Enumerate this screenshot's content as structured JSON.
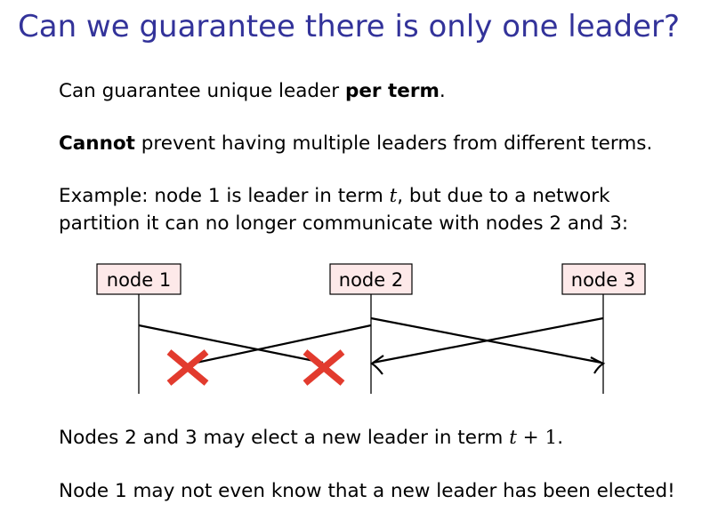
{
  "title": "Can we guarantee there is only one leader?",
  "paragraphs": {
    "p1": {
      "before": "Can guarantee unique leader ",
      "bold": "per term",
      "after": "."
    },
    "p2": {
      "bold": "Cannot",
      "after": " prevent having multiple leaders from different terms."
    },
    "p3": {
      "line1_before": "Example:  node 1 is leader in term ",
      "line1_var": "t",
      "line1_after": ", but due to a network",
      "line2": "partition it can no longer communicate with nodes 2 and 3:"
    },
    "p4": {
      "before": "Nodes 2 and 3 may elect a new leader in term ",
      "var": "t",
      "op": " + 1",
      "after": "."
    },
    "p5": {
      "text": "Node 1 may not even know that a new leader has been elected!"
    }
  },
  "diagram": {
    "nodes": [
      {
        "label": "node 1"
      },
      {
        "label": "node 2"
      },
      {
        "label": "node 3"
      }
    ],
    "colors": {
      "node_fill": "#fde9e9",
      "cross": "#e23b2e",
      "title": "#33339a"
    }
  }
}
